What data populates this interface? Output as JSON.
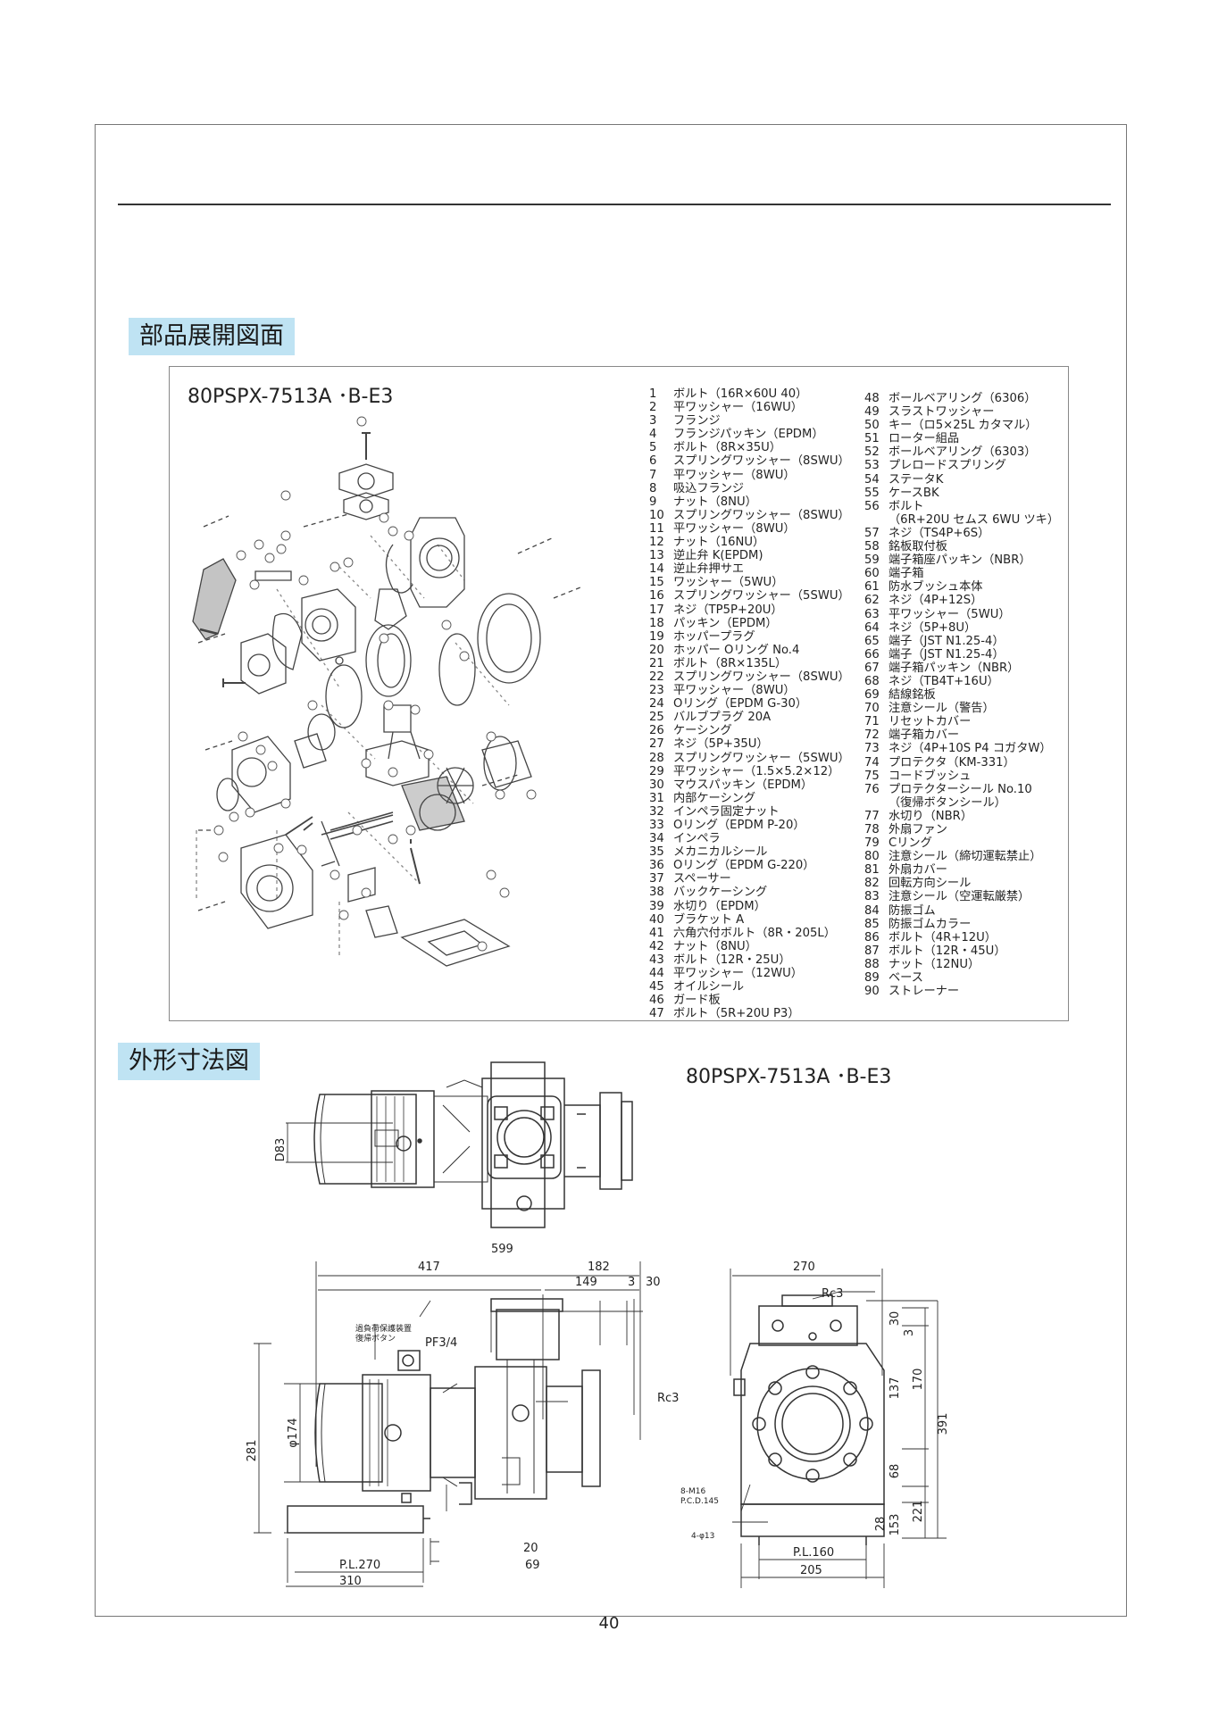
{
  "sections": {
    "parts_title": "部品展開図面",
    "outline_title": "外形寸法図"
  },
  "model": "80PSPX-7513A ･B-E3",
  "parts_left": [
    {
      "no": "1",
      "name": "ボルト（16R×60U 40）"
    },
    {
      "no": "2",
      "name": "平ワッシャー（16WU）"
    },
    {
      "no": "3",
      "name": "フランジ"
    },
    {
      "no": "4",
      "name": "フランジパッキン（EPDM）"
    },
    {
      "no": "5",
      "name": "ボルト（8R×35U）"
    },
    {
      "no": "6",
      "name": "スプリングワッシャー（8SWU）"
    },
    {
      "no": "7",
      "name": "平ワッシャー（8WU）"
    },
    {
      "no": "8",
      "name": "吸込フランジ"
    },
    {
      "no": "9",
      "name": "ナット（8NU）"
    },
    {
      "no": "10",
      "name": "スプリングワッシャー（8SWU）"
    },
    {
      "no": "11",
      "name": "平ワッシャー（8WU）"
    },
    {
      "no": "12",
      "name": "ナット（16NU）"
    },
    {
      "no": "13",
      "name": "逆止弁 K(EPDM)"
    },
    {
      "no": "14",
      "name": "逆止弁押サエ"
    },
    {
      "no": "15",
      "name": "ワッシャー（5WU）"
    },
    {
      "no": "16",
      "name": "スプリングワッシャー（5SWU）"
    },
    {
      "no": "17",
      "name": "ネジ（TP5P+20U）"
    },
    {
      "no": "18",
      "name": "パッキン（EPDM）"
    },
    {
      "no": "19",
      "name": "ホッパープラグ"
    },
    {
      "no": "20",
      "name": "ホッパー Oリング No.4"
    },
    {
      "no": "21",
      "name": "ボルト（8R×135L）"
    },
    {
      "no": "22",
      "name": "スプリングワッシャー（8SWU）"
    },
    {
      "no": "23",
      "name": "平ワッシャー（8WU）"
    },
    {
      "no": "24",
      "name": "Oリング（EPDM G-30）"
    },
    {
      "no": "25",
      "name": "バルブプラグ 20A"
    },
    {
      "no": "26",
      "name": "ケーシング"
    },
    {
      "no": "27",
      "name": "ネジ（5P+35U）"
    },
    {
      "no": "28",
      "name": "スプリングワッシャー（5SWU）"
    },
    {
      "no": "29",
      "name": "平ワッシャー（1.5×5.2×12）"
    },
    {
      "no": "30",
      "name": "マウスパッキン（EPDM）"
    },
    {
      "no": "31",
      "name": "内部ケーシング"
    },
    {
      "no": "32",
      "name": "インペラ固定ナット"
    },
    {
      "no": "33",
      "name": "Oリング（EPDM P-20）"
    },
    {
      "no": "34",
      "name": "インペラ"
    },
    {
      "no": "35",
      "name": "メカニカルシール"
    },
    {
      "no": "36",
      "name": "Oリング（EPDM G-220）"
    },
    {
      "no": "37",
      "name": "スペーサー"
    },
    {
      "no": "38",
      "name": "バックケーシング"
    },
    {
      "no": "39",
      "name": "水切り（EPDM）"
    },
    {
      "no": "40",
      "name": "ブラケット A"
    },
    {
      "no": "41",
      "name": "六角穴付ボルト（8R・205L）"
    },
    {
      "no": "42",
      "name": "ナット（8NU）"
    },
    {
      "no": "43",
      "name": "ボルト（12R・25U）"
    },
    {
      "no": "44",
      "name": "平ワッシャー（12WU）"
    },
    {
      "no": "45",
      "name": "オイルシール"
    },
    {
      "no": "46",
      "name": "ガード板"
    },
    {
      "no": "47",
      "name": "ボルト（5R+20U P3）"
    }
  ],
  "parts_right": [
    {
      "no": "48",
      "name": "ボールベアリング（6306）"
    },
    {
      "no": "49",
      "name": "スラストワッシャー"
    },
    {
      "no": "50",
      "name": "キー（ロ5×25L カタマル）"
    },
    {
      "no": "51",
      "name": "ローター組品"
    },
    {
      "no": "52",
      "name": "ボールベアリング（6303）"
    },
    {
      "no": "53",
      "name": "プレロードスプリング"
    },
    {
      "no": "54",
      "name": "ステータK"
    },
    {
      "no": "55",
      "name": "ケースBK"
    },
    {
      "no": "56",
      "name": "ボルト"
    },
    {
      "no": "",
      "name": "（6R+20U セムス 6WU ツキ）"
    },
    {
      "no": "57",
      "name": "ネジ（TS4P+6S）"
    },
    {
      "no": "58",
      "name": "銘板取付板"
    },
    {
      "no": "59",
      "name": "端子箱座パッキン（NBR）"
    },
    {
      "no": "60",
      "name": "端子箱"
    },
    {
      "no": "61",
      "name": "防水ブッシュ本体"
    },
    {
      "no": "62",
      "name": "ネジ（4P+12S）"
    },
    {
      "no": "63",
      "name": "平ワッシャー（5WU）"
    },
    {
      "no": "64",
      "name": "ネジ（5P+8U）"
    },
    {
      "no": "65",
      "name": "端子（JST N1.25-4）"
    },
    {
      "no": "66",
      "name": "端子（JST N1.25-4）"
    },
    {
      "no": "67",
      "name": "端子箱パッキン（NBR）"
    },
    {
      "no": "68",
      "name": "ネジ（TB4T+16U）"
    },
    {
      "no": "69",
      "name": "結線銘板"
    },
    {
      "no": "70",
      "name": "注意シール（警告）"
    },
    {
      "no": "71",
      "name": "リセットカバー"
    },
    {
      "no": "72",
      "name": "端子箱カバー"
    },
    {
      "no": "73",
      "name": "ネジ（4P+10S P4 コガタW）"
    },
    {
      "no": "74",
      "name": "プロテクタ（KM-331）"
    },
    {
      "no": "75",
      "name": "コードブッシュ"
    },
    {
      "no": "76",
      "name": "プロテクターシール No.10"
    },
    {
      "no": "",
      "name": "（復帰ボタンシール）"
    },
    {
      "no": "77",
      "name": "水切り（NBR）"
    },
    {
      "no": "78",
      "name": "外扇ファン"
    },
    {
      "no": "79",
      "name": "Cリング"
    },
    {
      "no": "80",
      "name": "注意シール（締切運転禁止）"
    },
    {
      "no": "81",
      "name": "外扇カバー"
    },
    {
      "no": "82",
      "name": "回転方向シール"
    },
    {
      "no": "83",
      "name": "注意シール（空運転厳禁）"
    },
    {
      "no": "84",
      "name": "防振ゴム"
    },
    {
      "no": "85",
      "name": "防振ゴムカラー"
    },
    {
      "no": "86",
      "name": "ボルト（4R+12U）"
    },
    {
      "no": "87",
      "name": "ボルト（12R・45U）"
    },
    {
      "no": "88",
      "name": "ナット（12NU）"
    },
    {
      "no": "89",
      "name": "ベース"
    },
    {
      "no": "90",
      "name": "ストレーナー"
    }
  ],
  "dimensions": {
    "top": {
      "d83": "D83"
    },
    "side": {
      "d599": "599",
      "d417": "417",
      "d182": "182",
      "d149": "149",
      "d3": "3",
      "d30": "30",
      "d281": "281",
      "d174": "φ174",
      "d20": "20",
      "d69": "69",
      "pl270": "P.L.270",
      "d310": "310",
      "pf": "PF3/4",
      "rc3": "Rc3",
      "note1": "過負荷保護装置",
      "note2": "復帰ボタン"
    },
    "front": {
      "d270": "270",
      "rc3": "Rc3",
      "d30": "30",
      "d3": "3",
      "d137": "137",
      "d170": "170",
      "d68": "68",
      "d391": "391",
      "d221": "221",
      "d28": "28",
      "d153": "153",
      "m16": "8-M16",
      "pcd": "P.C.D.145",
      "holes": "4-φ13",
      "pl160": "P.L.160",
      "d205": "205"
    }
  },
  "page_number": "40"
}
